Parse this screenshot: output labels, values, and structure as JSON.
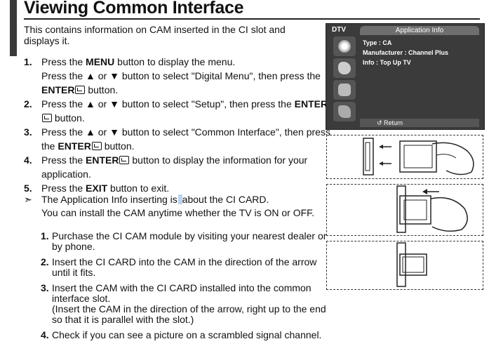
{
  "title": "Viewing Common Interface",
  "intro": "This contains information on CAM inserted in the CI slot and displays it.",
  "steps": [
    {
      "num": "1.",
      "parts": [
        "Press the ",
        "MENU",
        " button to display the menu.",
        "Press the ▲ or ▼ button to select \"Digital Menu\", then press the ",
        "ENTER",
        " button."
      ]
    },
    {
      "num": "2.",
      "parts": [
        "Press the ▲ or ▼ button to select \"Setup\", then press the ",
        "ENTER",
        " button."
      ]
    },
    {
      "num": "3.",
      "parts": [
        "Press the ▲ or ▼ button to select \"Common Interface\", then press the ",
        "ENTER",
        " button."
      ]
    },
    {
      "num": "4.",
      "parts": [
        "Press the ",
        "ENTER",
        " button to display the information for your application."
      ]
    },
    {
      "num": "5.",
      "parts": [
        "Press the ",
        "EXIT",
        " button to exit."
      ]
    }
  ],
  "note": {
    "arrow": "➣",
    "line1a": "The Application Info inserting is",
    "line1b": "about the CI CARD.",
    "line2": "You can install the CAM anytime whether the TV is ON or OFF."
  },
  "substeps": [
    {
      "num": "1.",
      "text": "Purchase the CI CAM module by visiting your nearest dealer or by phone."
    },
    {
      "num": "2.",
      "text": "Insert the CI CARD into the CAM in the direction of the arrow until it fits."
    },
    {
      "num": "3.",
      "text": "Insert the CAM with the CI CARD installed into the common interface slot.",
      "extra": "(Insert the CAM in the direction of the arrow, right up to the end so that it is parallel with the slot.)"
    },
    {
      "num": "4.",
      "text": "Check if you can see a picture on a scrambled signal channel."
    }
  ],
  "tv": {
    "mode": "DTV",
    "header": "Application Info",
    "type": "Type : CA",
    "manufacturer": "Manufacturer : Channel Plus",
    "info": "Info : Top Up TV",
    "footer": "↺ Return",
    "icons": [
      "picture-icon",
      "sound-icon",
      "channel-icon",
      "setup-icon"
    ]
  }
}
